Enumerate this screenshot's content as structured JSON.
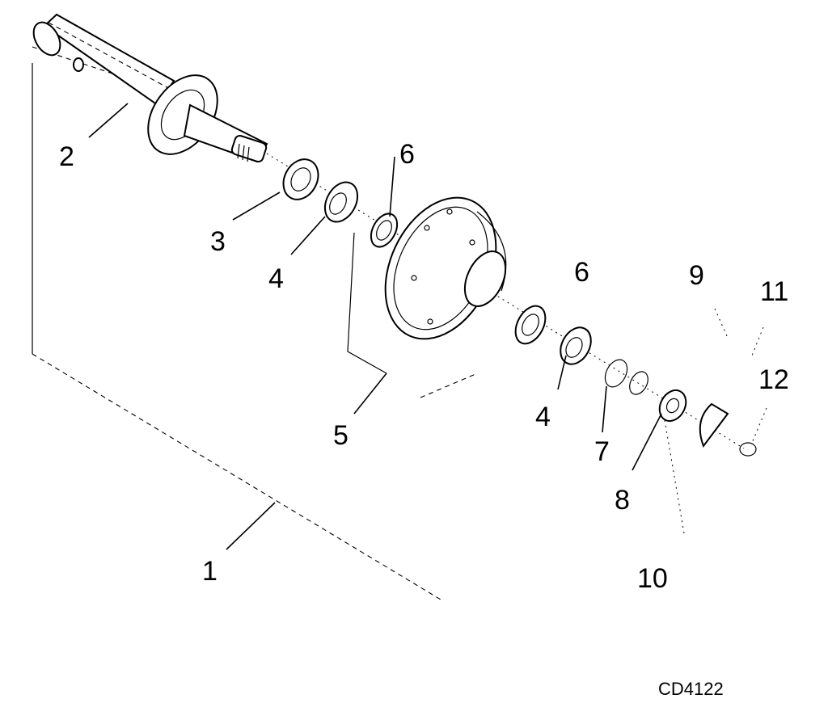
{
  "labels": {
    "l1": "1",
    "l2": "2",
    "l3": "3",
    "l4a": "4",
    "l4b": "4",
    "l5": "5",
    "l6a": "6",
    "l6b": "6",
    "l7": "7",
    "l8": "8",
    "l9": "9",
    "l10": "10",
    "l11": "11",
    "l12": "12"
  },
  "figure_code": "CD4122"
}
